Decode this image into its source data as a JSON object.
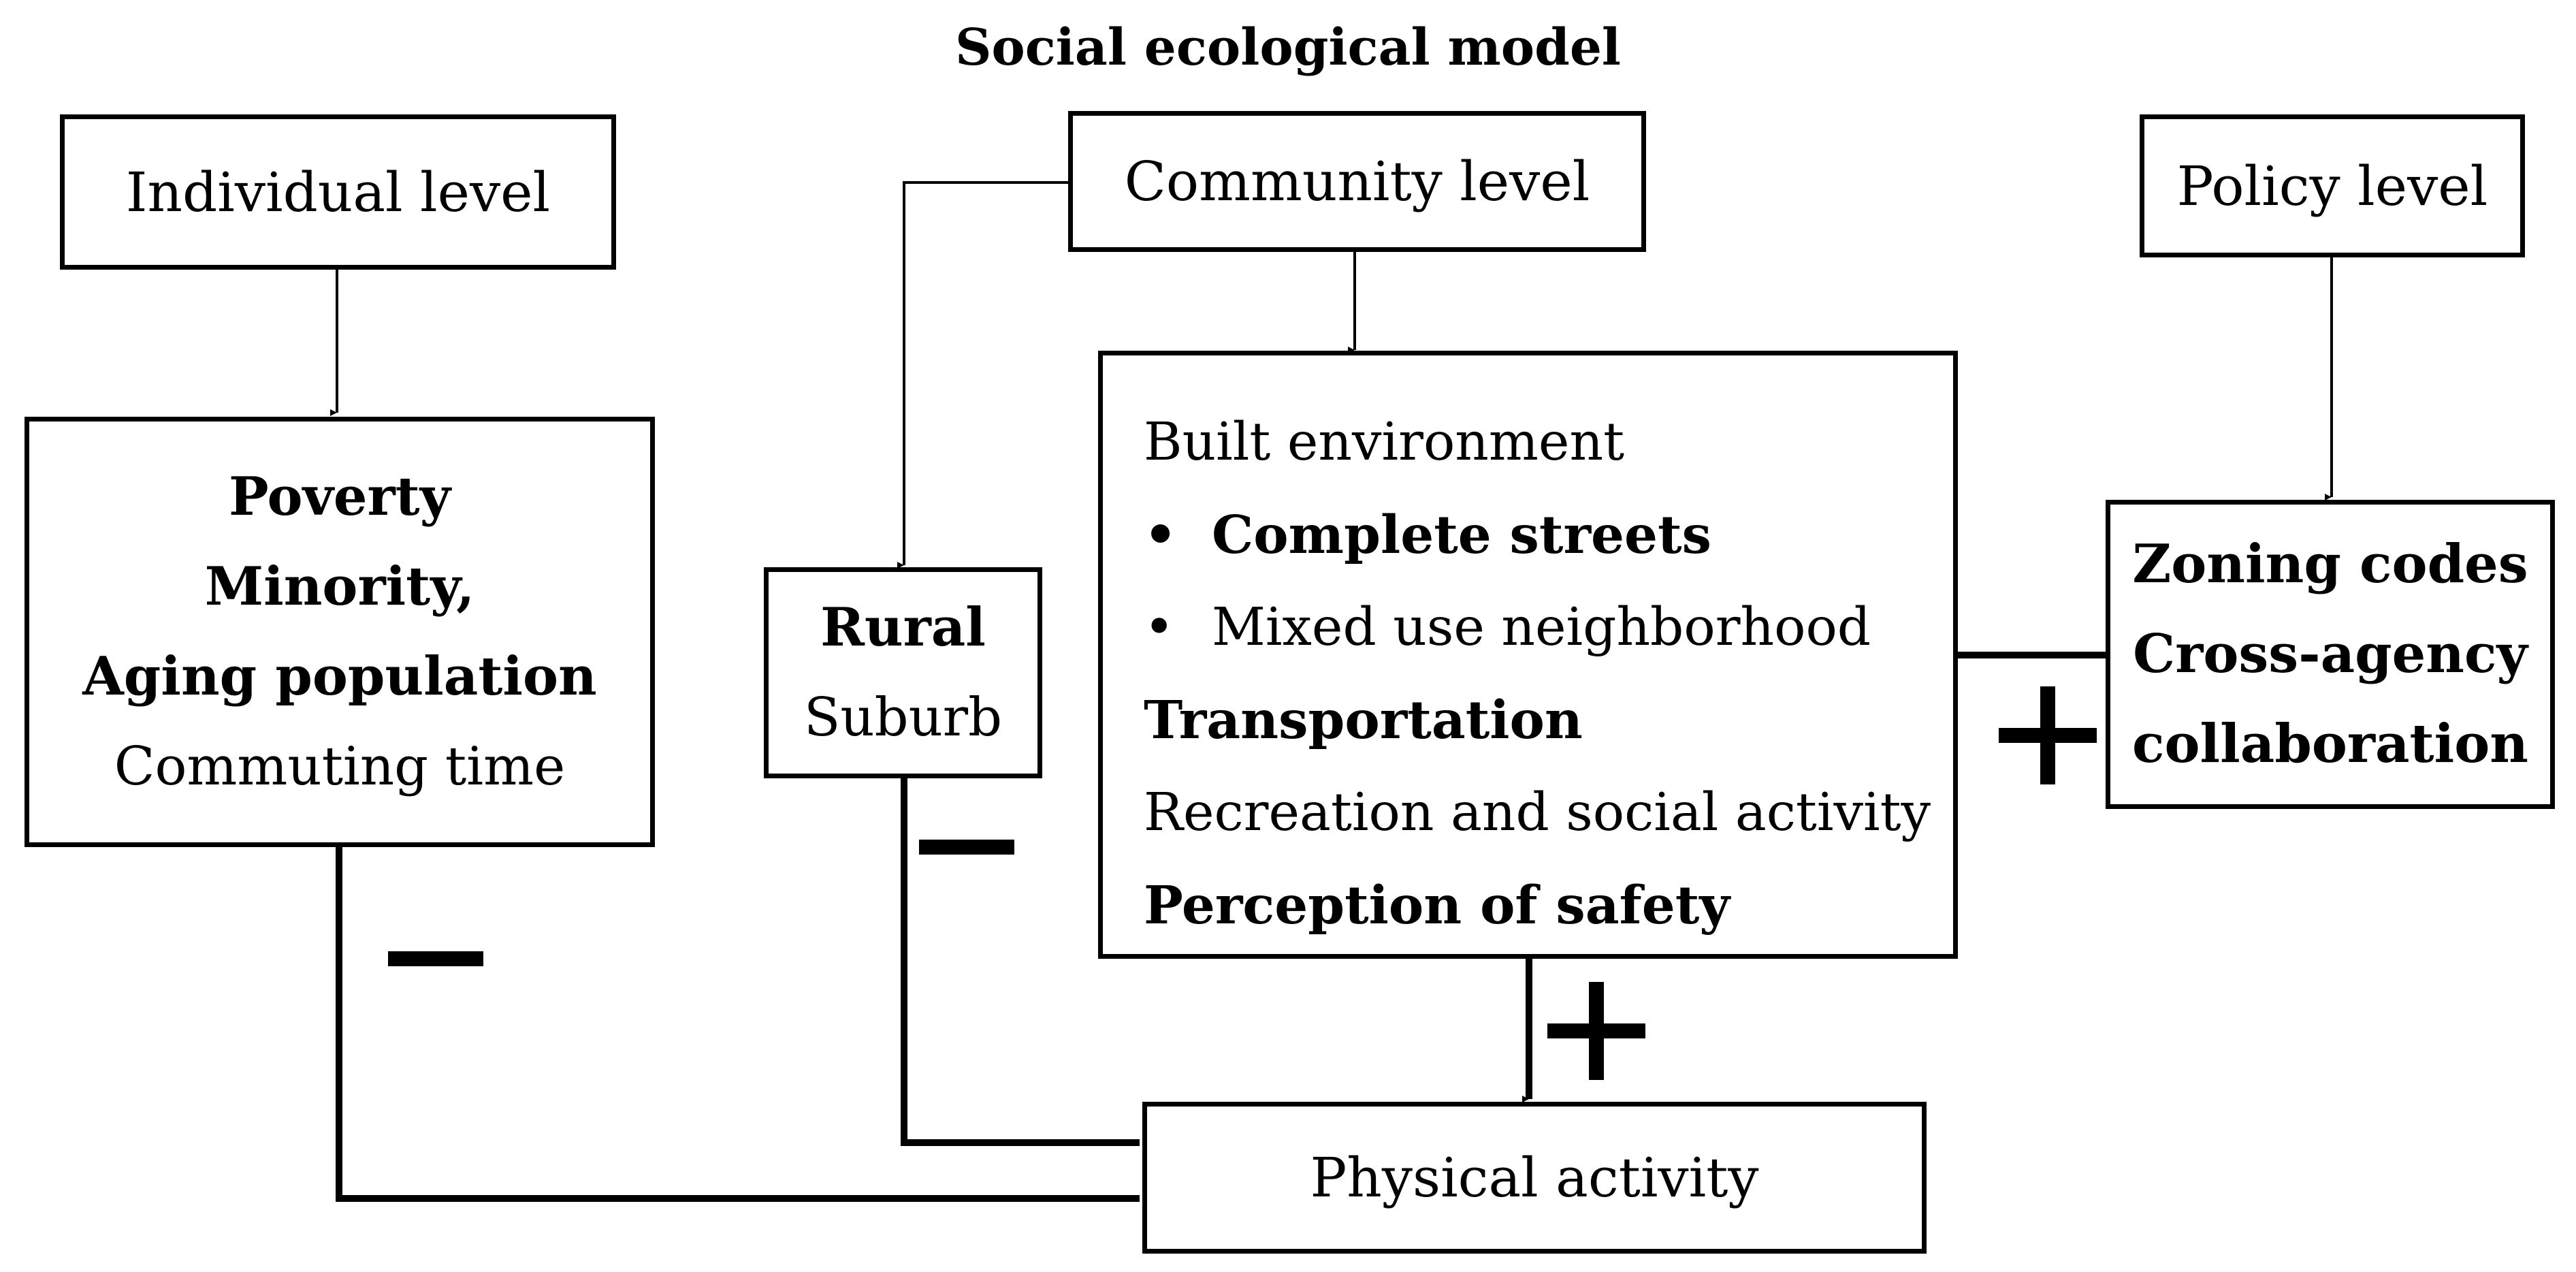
{
  "title": "Social ecological model",
  "levels": {
    "individual": "Individual level",
    "community": "Community level",
    "policy": "Policy level"
  },
  "individual_factors": {
    "line1": "Poverty",
    "line2": "Minority,",
    "line3": "Aging population",
    "line4": "Commuting time"
  },
  "location": {
    "line1": "Rural",
    "line2": "Suburb"
  },
  "built_environment": {
    "heading": "Built environment",
    "bullet_glyph": "•",
    "bullets": [
      "Complete streets",
      "Mixed use neighborhood"
    ],
    "transportation": "Transportation",
    "recreation": "Recreation and social activity",
    "safety": "Perception of safety"
  },
  "policy_factors": {
    "line1": "Zoning codes",
    "line2": "Cross-agency",
    "line3": "collaboration"
  },
  "outcome": "Physical activity",
  "effects": {
    "individual_to_activity": "negative",
    "location_to_activity": "negative",
    "built_environment_to_activity": "positive",
    "policy_to_built_environment": "positive"
  }
}
